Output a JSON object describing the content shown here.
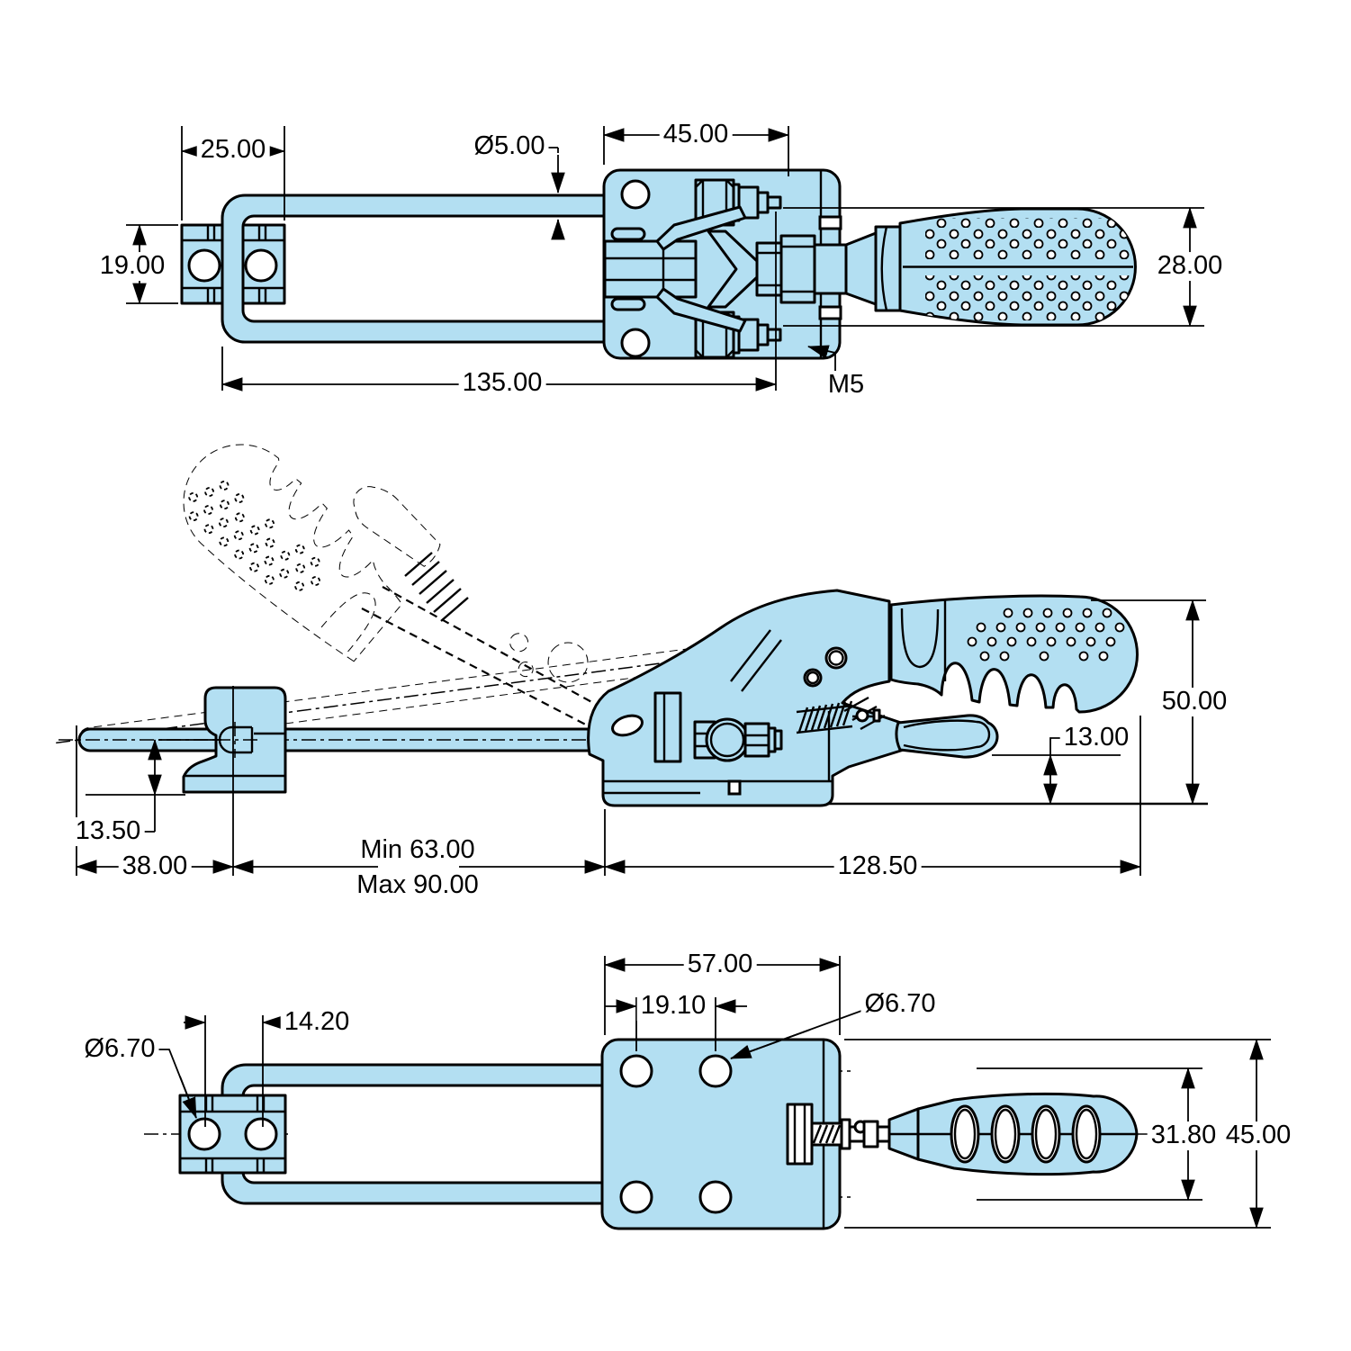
{
  "drawing": {
    "part_color": "#b3dff2",
    "line_color": "#000000",
    "views": {
      "top": {
        "dims": {
          "latch_width": "25.00",
          "rod_diameter": "Ø5.00",
          "base_width": "45.00",
          "latch_height": "19.00",
          "handle_height": "28.00",
          "overall_length": "135.00",
          "thread": "M5"
        }
      },
      "side": {
        "dims": {
          "height": "50.00",
          "trigger_height": "13.00",
          "latch_depth": "13.50",
          "latch_length": "38.00",
          "reach_min": "Min 63.00",
          "reach_max": "Max 90.00",
          "body_length": "128.50"
        }
      },
      "bottom": {
        "dims": {
          "base_width": "57.00",
          "hole_spacing": "19.10",
          "base_hole_diameter": "Ø6.70",
          "latch_hole_spacing": "14.20",
          "latch_hole_diameter": "Ø6.70",
          "handle_width": "31.80",
          "overall_width": "45.00"
        }
      }
    }
  }
}
